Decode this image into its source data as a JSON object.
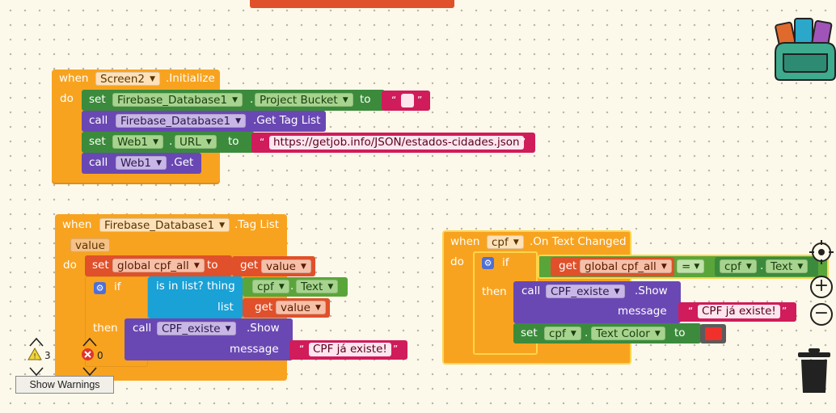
{
  "colors": {
    "event_orange": "#f8a31f",
    "text_green": "#3c8b3c",
    "component_purple": "#6a48b3",
    "string_pink": "#d01c5b",
    "variable_red": "#e0502a",
    "control_yellow": "#f8a31f",
    "list_blue": "#1aa1d6",
    "logic_green": "#5aa53a"
  },
  "block1": {
    "when": "when",
    "component": "Screen2",
    "event": ".Initialize",
    "do": "do",
    "set1": {
      "kw": "set",
      "component": "Firebase_Database1",
      "dot": ".",
      "prop": "Project Bucket",
      "to": "to"
    },
    "call1": {
      "kw": "call",
      "component": "Firebase_Database1",
      "method": ".Get Tag List"
    },
    "set2": {
      "kw": "set",
      "component": "Web1",
      "dot": ".",
      "prop": "URL",
      "to": "to",
      "value": "https://getjob.info/JSON/estados-cidades.json"
    },
    "call2": {
      "kw": "call",
      "component": "Web1",
      "method": ".Get"
    }
  },
  "block2": {
    "when": "when",
    "component": "Firebase_Database1",
    "event": ".Tag List",
    "param": "value",
    "do": "do",
    "set": {
      "kw": "set",
      "var": "global cpf_all",
      "to": "to",
      "get": "get",
      "getvar": "value"
    },
    "if": {
      "kw": "if",
      "test": "is in list? thing",
      "component": "cpf",
      "dot": ".",
      "prop": "Text",
      "list": "list",
      "get": "get",
      "getvar": "value"
    },
    "then": "then",
    "call": {
      "kw": "call",
      "component": "CPF_existe",
      "method": ".Show",
      "message": "message",
      "text": "CPF já existe!"
    }
  },
  "block3": {
    "when": "when",
    "component": "cpf",
    "event": ".On Text Changed",
    "do": "do",
    "if": {
      "kw": "if",
      "get": "get",
      "var": "global cpf_all",
      "op": "=",
      "component": "cpf",
      "dot": ".",
      "prop": "Text"
    },
    "then": "then",
    "call": {
      "kw": "call",
      "component": "CPF_existe",
      "method": ".Show",
      "message": "message",
      "text": "CPF já existe!"
    },
    "set": {
      "kw": "set",
      "component": "cpf",
      "dot": ".",
      "prop": "Text Color",
      "to": "to",
      "color": "#f0302a"
    }
  },
  "warnings": {
    "warning_count": "3",
    "error_count": "0",
    "show_label": "Show Warnings"
  },
  "icons": [
    "backpack-icon",
    "target-icon",
    "zoom-in-icon",
    "zoom-out-icon",
    "trash-icon",
    "warning-icon",
    "error-icon",
    "gear-icon"
  ]
}
